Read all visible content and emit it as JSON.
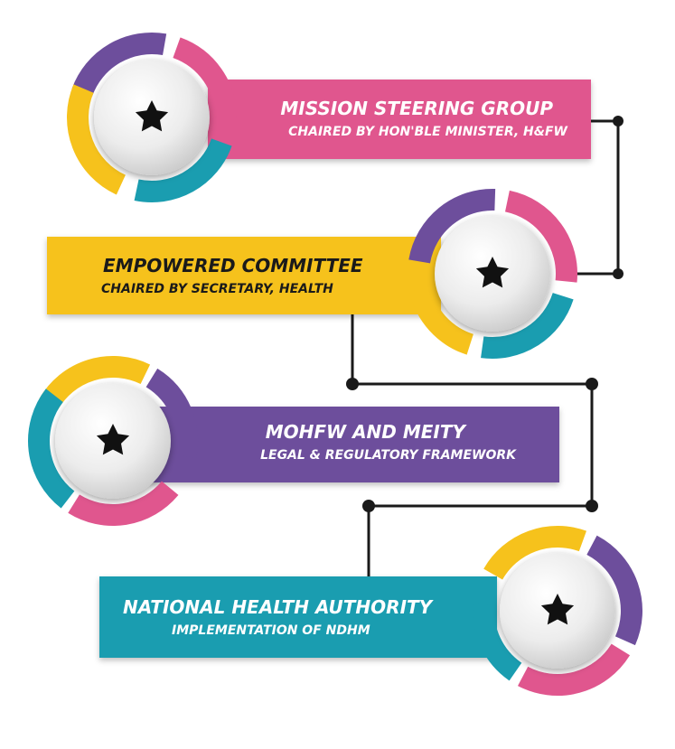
{
  "colors": {
    "pink": "#e0568e",
    "yellow": "#f6c21c",
    "purple": "#6d4e9c",
    "teal": "#1a9db0",
    "connector": "#1a1a1a",
    "circle": "#e3e3e3"
  },
  "nodes": [
    {
      "title": "MISSION STEERING GROUP",
      "subtitle": "CHAIRED BY HON'BLE MINISTER, H&FW",
      "color": "pink",
      "icon": "star-icon"
    },
    {
      "title": "EMPOWERED COMMITTEE",
      "subtitle": "CHAIRED BY SECRETARY, HEALTH",
      "color": "yellow",
      "icon": "star-icon"
    },
    {
      "title": "MOHFW AND MEITY",
      "subtitle": "LEGAL & REGULATORY FRAMEWORK",
      "color": "purple",
      "icon": "star-icon"
    },
    {
      "title": "NATIONAL HEALTH AUTHORITY",
      "subtitle": "IMPLEMENTATION OF NDHM",
      "color": "teal",
      "icon": "star-icon"
    }
  ]
}
